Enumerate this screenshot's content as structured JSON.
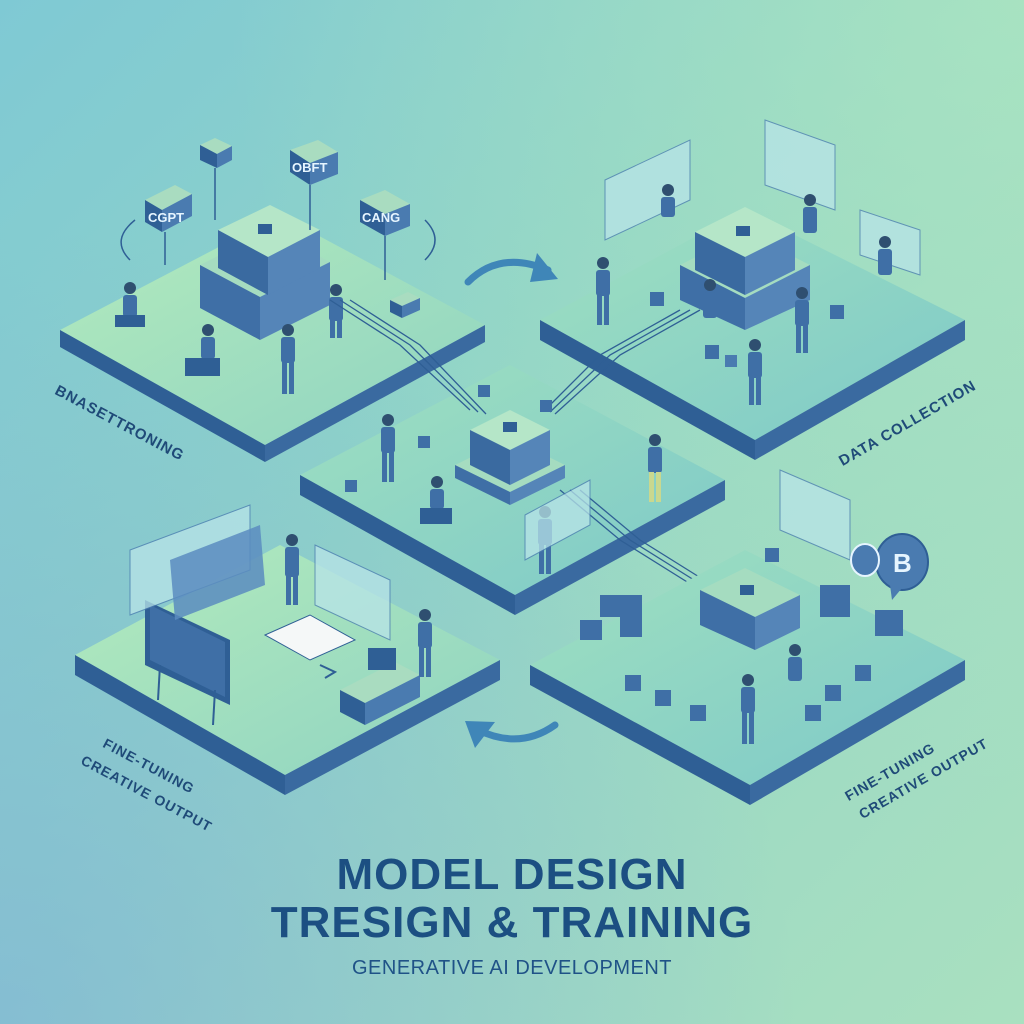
{
  "title": {
    "line1": "MODEL DESIGN",
    "line2": "TRESIGN & TRAINING",
    "subtitle": "GENERATIVE AI DEVELOPMENT"
  },
  "stages": [
    {
      "id": "top-left",
      "label": "BNASETTRONING",
      "box_labels": [
        "CGPT",
        "OBFT",
        "CANG"
      ]
    },
    {
      "id": "top-right",
      "label": "DATA COLLECTION"
    },
    {
      "id": "center",
      "label": ""
    },
    {
      "id": "bottom-left",
      "label_line1": "FINE-TUNING",
      "label_line2": "CREATIVE OUTPUT"
    },
    {
      "id": "bottom-right",
      "label_line1": "FINE-TUNING",
      "label_line2": "CREATIVE OUTPUT",
      "bubble_letter": "B"
    }
  ],
  "arrows": [
    {
      "id": "arrow-top",
      "direction": "right"
    },
    {
      "id": "arrow-bottom",
      "direction": "left"
    }
  ],
  "colors": {
    "platform_top": "#a6e3b4",
    "platform_side": "#2f5f95",
    "cube_top": "#a9dcc0",
    "cube_side": "#3f6fa6",
    "text": "#1f4a78",
    "arrow": "#3f86b8"
  }
}
